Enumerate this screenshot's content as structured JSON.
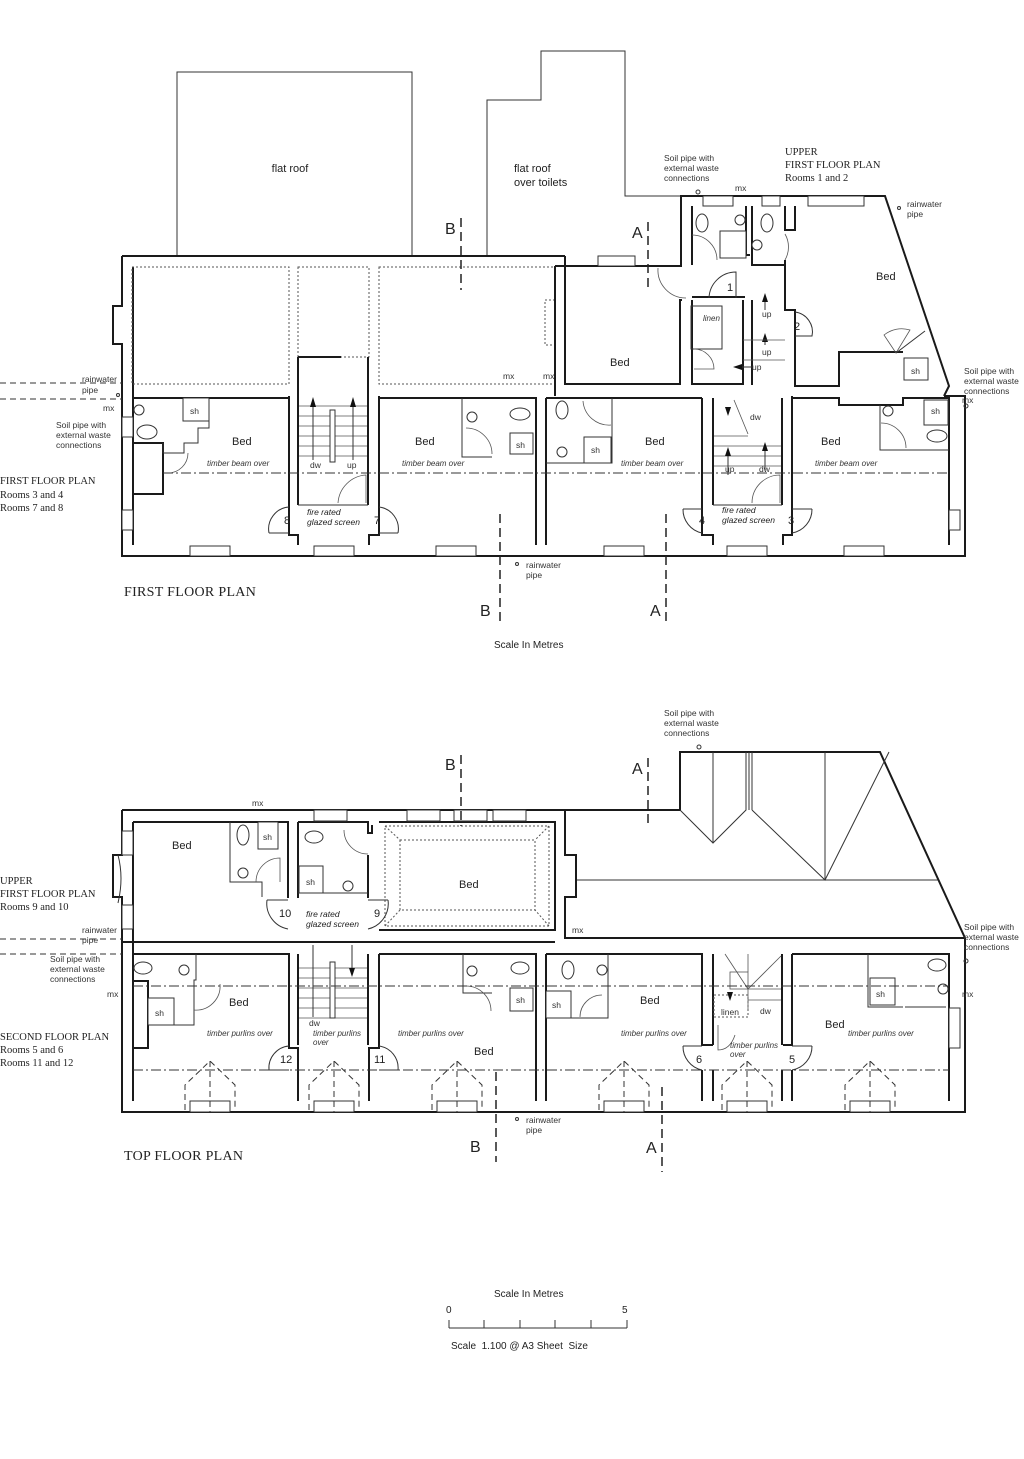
{
  "drawing": {
    "type": "architectural floor plans",
    "background": "#ffffff",
    "line_color": "#1a1a1a"
  },
  "first_floor": {
    "title": "FIRST FLOOR PLAN",
    "roof": {
      "flat_roof": "flat roof",
      "flat_roof_toilets_1": "flat roof",
      "flat_roof_toilets_2": "over toilets"
    },
    "upper_block": {
      "heading_1": "UPPER",
      "heading_2": "FIRST FLOOR PLAN",
      "heading_3": "Rooms 1 and 2"
    },
    "side_block": {
      "heading_1": "FIRST FLOOR PLAN",
      "heading_2": "Rooms 3 and 4",
      "heading_3": "Rooms 7 and 8"
    },
    "rooms": {
      "bed": "Bed",
      "linen": "linen",
      "shower": "sh",
      "beam": "timber beam over",
      "screen_1": "fire rated",
      "screen_2": "glazed screen",
      "up": "up",
      "dw": "dw",
      "mx": "mx",
      "room_numbers": [
        "1",
        "2",
        "3",
        "4",
        "7",
        "8"
      ]
    },
    "annotations": {
      "rainwater_1": "rainwater",
      "rainwater_2": "pipe",
      "soil_1": "Soil pipe with",
      "soil_2": "external waste",
      "soil_3": "connections"
    },
    "sections": {
      "a": "A",
      "b": "B"
    },
    "scale_caption": "Scale In Metres"
  },
  "top_floor": {
    "title": "TOP FLOOR PLAN",
    "upper_block": {
      "heading_1": "UPPER",
      "heading_2": "FIRST FLOOR PLAN",
      "heading_3": "Rooms 9 and 10"
    },
    "side_block": {
      "heading_1": "SECOND FLOOR PLAN",
      "heading_2": "Rooms 5 and 6",
      "heading_3": "Rooms 11 and 12"
    },
    "rooms": {
      "bed": "Bed",
      "linen": "linen",
      "shower": "sh",
      "purlins": "timber purlins over",
      "purlins_1": "timber purlins",
      "purlins_2": "over",
      "screen_1": "fire rated",
      "screen_2": "glazed screen",
      "dw": "dw",
      "mx": "mx",
      "room_numbers": [
        "5",
        "6",
        "9",
        "10",
        "11",
        "12"
      ]
    },
    "annotations": {
      "rainwater_1": "rainwater",
      "rainwater_2": "pipe",
      "soil_1": "Soil pipe with",
      "soil_2": "external waste",
      "soil_3": "connections"
    },
    "sections": {
      "a": "A",
      "b": "B"
    }
  },
  "scale_bar": {
    "caption": "Scale In Metres",
    "min": "0",
    "max": "5",
    "ticks": 6,
    "note": "Scale  1.100 @ A3 Sheet  Size"
  }
}
